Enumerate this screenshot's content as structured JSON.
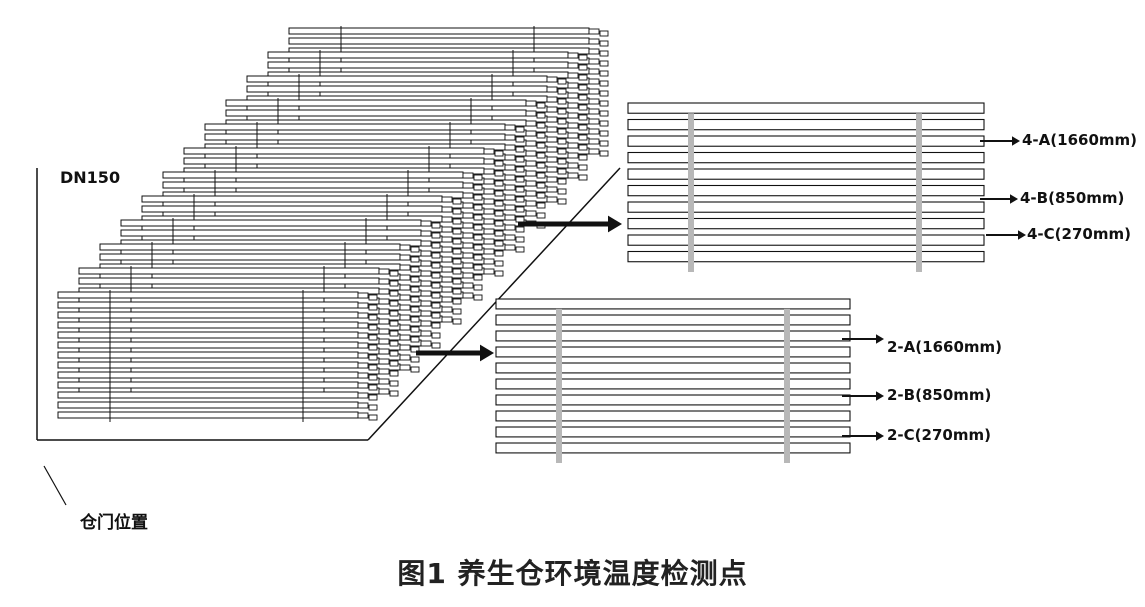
{
  "pipe_label": "DN150",
  "door_label": "仓门位置",
  "caption": "图1  养生仓环境温度检测点",
  "layer4_points": [
    "4-A(1660mm)",
    "4-B(850mm)",
    "4-C(270mm)"
  ],
  "layer2_points": [
    "2-A(1660mm)",
    "2-B(850mm)",
    "2-C(270mm)"
  ],
  "colors": {
    "line": "#111111",
    "strut": "#b8b8b8",
    "pipe_fill": "#ffffff"
  }
}
